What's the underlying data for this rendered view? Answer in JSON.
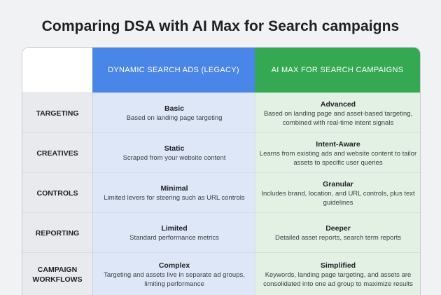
{
  "title": "Comparing DSA with AI Max for Search campaigns",
  "columns": {
    "dsa": "DYNAMIC SEARCH ADS (LEGACY)",
    "ai_max": "AI MAX FOR SEARCH CAMPAIGNS"
  },
  "rows": [
    {
      "label": "TARGETING",
      "dsa": {
        "title": "Basic",
        "desc": "Based on landing page targeting"
      },
      "ai_max": {
        "title": "Advanced",
        "desc": "Based on landing page and asset-based targeting, combined with real-time intent signals"
      }
    },
    {
      "label": "CREATIVES",
      "dsa": {
        "title": "Static",
        "desc": "Scraped from your website content"
      },
      "ai_max": {
        "title": "Intent-Aware",
        "desc": "Learns from existing ads and website content to tailor assets to specific user queries"
      }
    },
    {
      "label": "CONTROLS",
      "dsa": {
        "title": "Minimal",
        "desc": "Limited levers for steering such as URL controls"
      },
      "ai_max": {
        "title": "Granular",
        "desc": "Includes brand, location, and URL controls, plus text guidelines"
      }
    },
    {
      "label": "REPORTING",
      "dsa": {
        "title": "Limited",
        "desc": "Standard performance metrics"
      },
      "ai_max": {
        "title": "Deeper",
        "desc": "Detailed asset reports, search term reports"
      }
    },
    {
      "label": "CAMPAIGN WORKFLOWS",
      "dsa": {
        "title": "Complex",
        "desc": "Targeting and assets live in separate ad groups, limiting performance"
      },
      "ai_max": {
        "title": "Simplified",
        "desc": "Keywords, landing page targeting, and assets are consolidated into one ad group to maximize results"
      }
    }
  ]
}
